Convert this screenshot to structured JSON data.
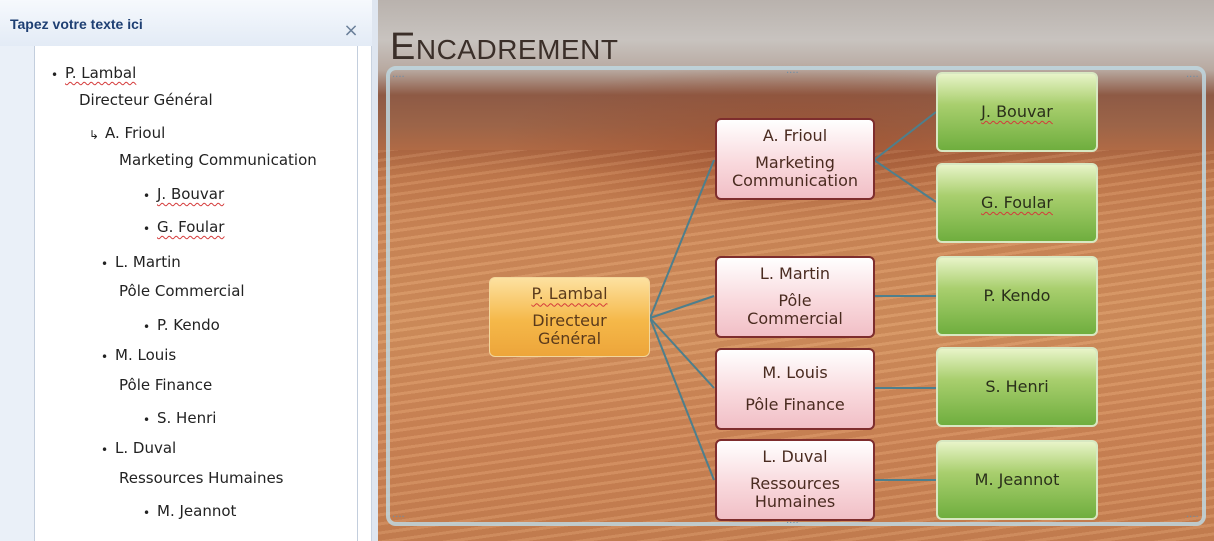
{
  "text_pane": {
    "title": "Tapez votre texte ici",
    "close_glyph": "×",
    "lines": [
      {
        "text": "P. Lambal",
        "bullet": "•",
        "level": 1,
        "spell": true
      },
      {
        "text": "Directeur Général",
        "bullet": "",
        "level": 1
      },
      {
        "text": "A. Frioul",
        "bullet": "↳",
        "level": 2
      },
      {
        "text": "Marketing Communication",
        "bullet": "",
        "level": 2
      },
      {
        "text": "J. Bouvar",
        "bullet": "•",
        "level": 3,
        "spell": true
      },
      {
        "text": "G. Foular",
        "bullet": "•",
        "level": 3,
        "spell": true
      },
      {
        "text": "L. Martin",
        "bullet": "•",
        "level": 2
      },
      {
        "text": "Pôle Commercial",
        "bullet": "",
        "level": 2
      },
      {
        "text": "P. Kendo",
        "bullet": "•",
        "level": 3
      },
      {
        "text": "M. Louis",
        "bullet": "•",
        "level": 2
      },
      {
        "text": "Pôle Finance",
        "bullet": "",
        "level": 2
      },
      {
        "text": "S. Henri",
        "bullet": "•",
        "level": 3
      },
      {
        "text": "L. Duval",
        "bullet": "•",
        "level": 2
      },
      {
        "text": "Ressources Humaines",
        "bullet": "",
        "level": 2
      },
      {
        "text": "M. Jeannot",
        "bullet": "•",
        "level": 3
      }
    ]
  },
  "slide": {
    "title": "Encadrement",
    "handle_glyph": "....",
    "colors": {
      "root": "#f5b849",
      "mid_border": "#7e2d2d",
      "leaf": "#8fc15a",
      "connector": "#4e7f8c"
    },
    "org": {
      "root": {
        "lines": [
          "P. Lambal",
          "Directeur",
          "Général"
        ]
      },
      "managers": [
        {
          "lines": [
            "A. Frioul",
            "Marketing",
            "Communication"
          ]
        },
        {
          "lines": [
            "L. Martin",
            "Pôle",
            "Commercial"
          ]
        },
        {
          "lines": [
            "M. Louis",
            "Pôle Finance"
          ]
        },
        {
          "lines": [
            "L. Duval",
            "Ressources",
            "Humaines"
          ]
        }
      ],
      "staff": [
        {
          "name": "J. Bouvar"
        },
        {
          "name": "G. Foular"
        },
        {
          "name": "P. Kendo"
        },
        {
          "name": "S. Henri"
        },
        {
          "name": "M. Jeannot"
        }
      ]
    }
  }
}
